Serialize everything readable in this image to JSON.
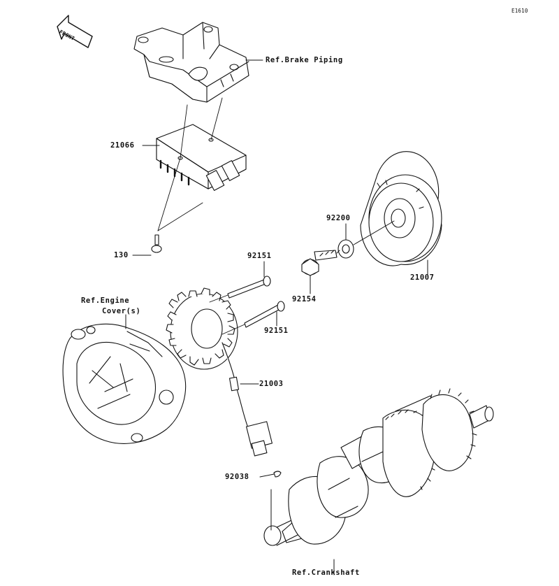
{
  "diagram_code": "E1610",
  "front_label": "FRONT",
  "labels": {
    "ref_brake_piping": "Ref.Brake Piping",
    "p21066": "21066",
    "p130": "130",
    "p92200": "92200",
    "p21007": "21007",
    "p92154": "92154",
    "p92151_top": "92151",
    "p92151_bottom": "92151",
    "ref_engine_cover_line1": "Ref.Engine",
    "ref_engine_cover_line2": "Cover(s)",
    "p21003": "21003",
    "p92038": "92038",
    "ref_crankshaft": "Ref.Crankshaft"
  }
}
